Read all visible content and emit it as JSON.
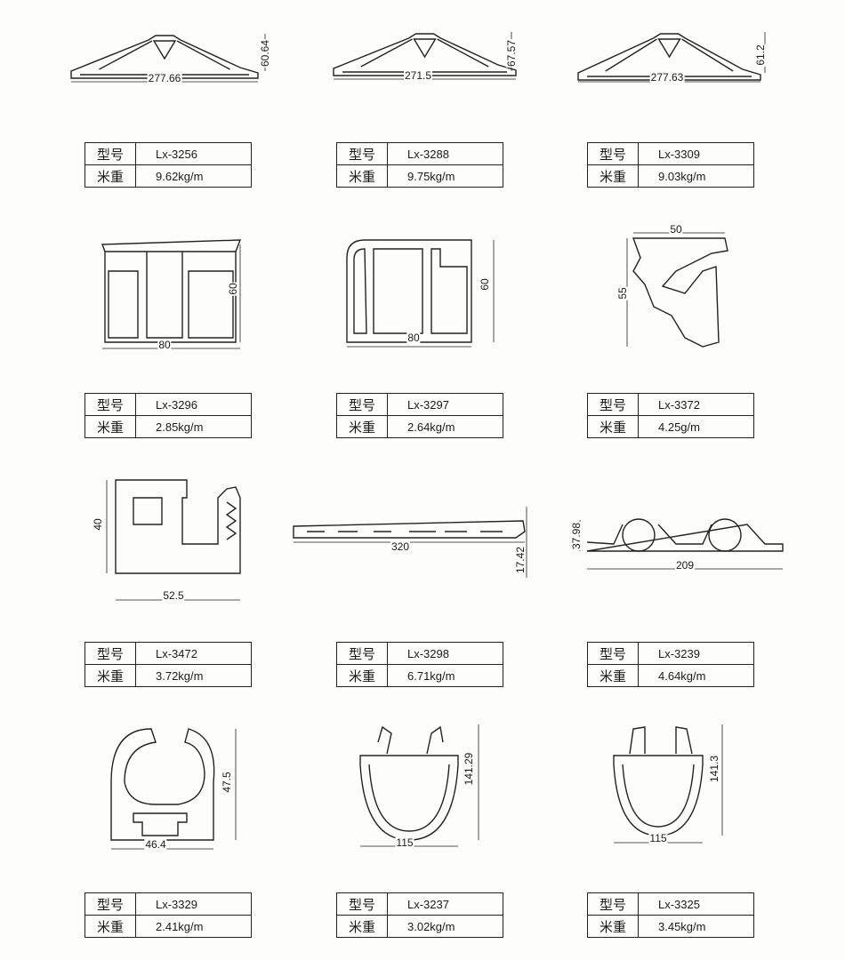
{
  "labels": {
    "model": "型号",
    "weight": "米重"
  },
  "items": [
    {
      "model": "Lx-3256",
      "weight": "9.62kg/m",
      "dims": [
        "277.66",
        "60.64"
      ]
    },
    {
      "model": "Lx-3288",
      "weight": "9.75kg/m",
      "dims": [
        "271.5",
        "67.57"
      ]
    },
    {
      "model": "Lx-3309",
      "weight": "9.03kg/m",
      "dims": [
        "277.63",
        "61.2"
      ]
    },
    {
      "model": "Lx-3296",
      "weight": "2.85kg/m",
      "dims": [
        "80",
        "60"
      ]
    },
    {
      "model": "Lx-3297",
      "weight": "2.64kg/m",
      "dims": [
        "80",
        "60"
      ]
    },
    {
      "model": "Lx-3372",
      "weight": "4.25g/m",
      "dims": [
        "50",
        "55"
      ]
    },
    {
      "model": "Lx-3472",
      "weight": "3.72kg/m",
      "dims": [
        "52.5",
        "40"
      ]
    },
    {
      "model": "Lx-3298",
      "weight": "6.71kg/m",
      "dims": [
        "320",
        "17.42"
      ]
    },
    {
      "model": "Lx-3239",
      "weight": "4.64kg/m",
      "dims": [
        "209",
        "37.98"
      ]
    },
    {
      "model": "Lx-3329",
      "weight": "2.41kg/m",
      "dims": [
        "46.4",
        "47.5"
      ]
    },
    {
      "model": "Lx-3237",
      "weight": "3.02kg/m",
      "dims": [
        "115",
        "141.29"
      ]
    },
    {
      "model": "Lx-3325",
      "weight": "3.45kg/m",
      "dims": [
        "115",
        "141.3"
      ]
    }
  ]
}
